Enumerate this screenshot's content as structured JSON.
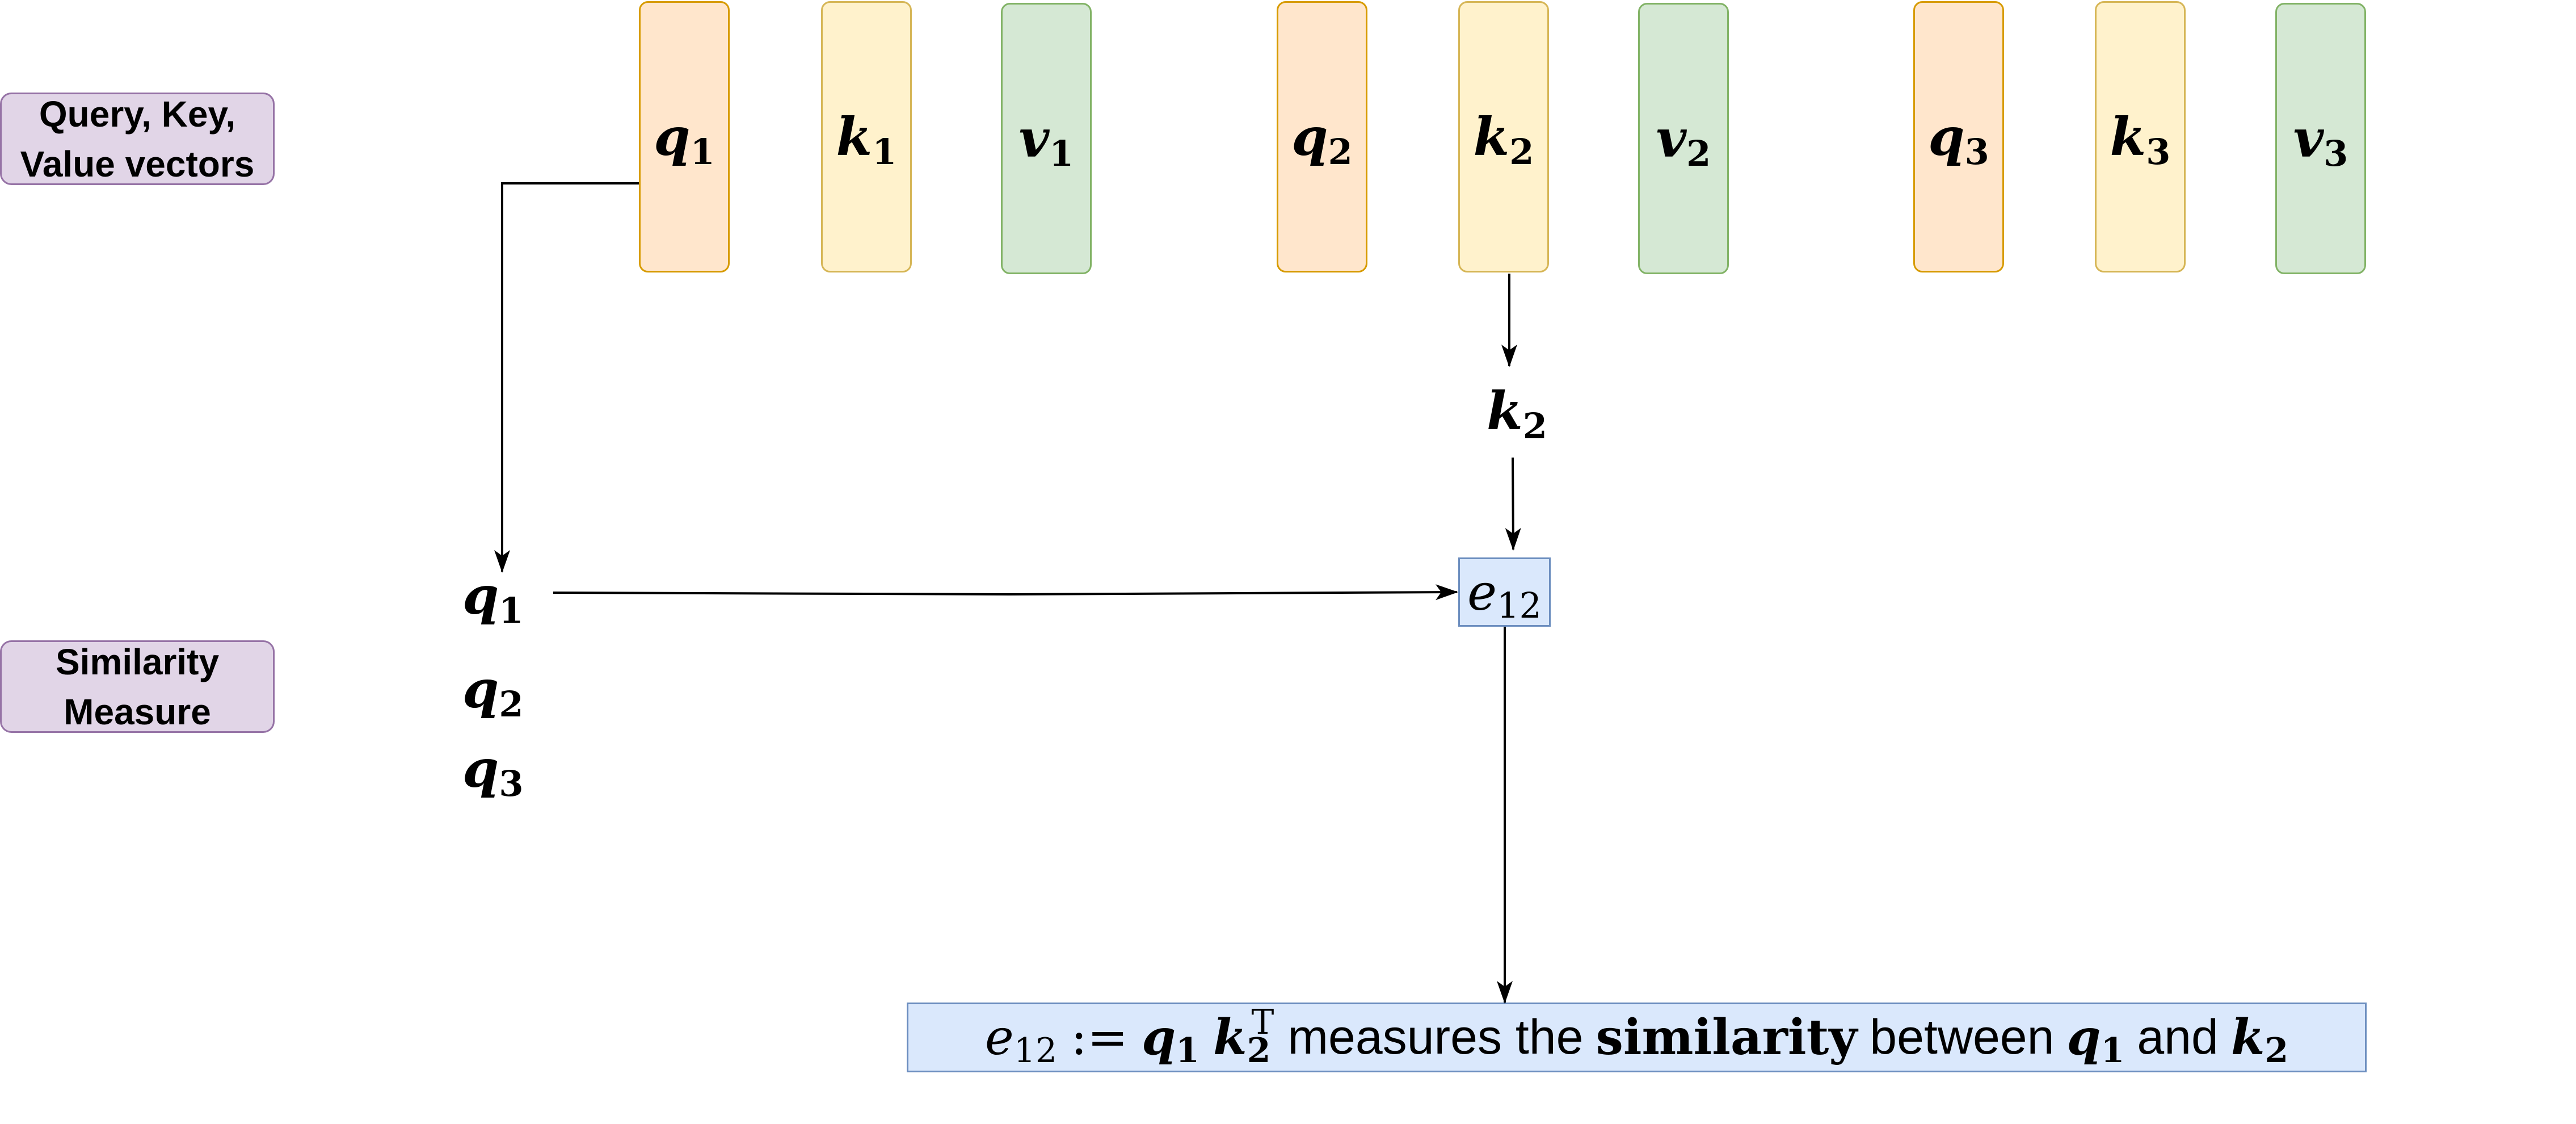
{
  "labels": {
    "qkv": [
      "Query, Key,",
      "Value vectors"
    ],
    "similarity": [
      "Similarity",
      "Measure"
    ]
  },
  "vectors": [
    {
      "letter": "q",
      "sub": "1"
    },
    {
      "letter": "k",
      "sub": "1"
    },
    {
      "letter": "v",
      "sub": "1"
    },
    {
      "letter": "q",
      "sub": "2"
    },
    {
      "letter": "k",
      "sub": "2"
    },
    {
      "letter": "v",
      "sub": "2"
    },
    {
      "letter": "q",
      "sub": "3"
    },
    {
      "letter": "k",
      "sub": "3"
    },
    {
      "letter": "v",
      "sub": "3"
    }
  ],
  "k2_node": {
    "letter": "k",
    "sub": "2"
  },
  "query_list": [
    {
      "letter": "q",
      "sub": "1"
    },
    {
      "letter": "q",
      "sub": "2"
    },
    {
      "letter": "q",
      "sub": "3"
    }
  ],
  "score_node": {
    "letter": "e",
    "sub": "12"
  },
  "formula": {
    "lhs_letter": "e",
    "lhs_sub": "12",
    "assign": ":=",
    "q_letter": "q",
    "q_sub": "1",
    "k_letter": "k",
    "k_sub": "2",
    "transpose": "T",
    "text_measures": "measures the",
    "text_similarity": "similarity",
    "text_between": "between",
    "q2_letter": "q",
    "q2_sub": "1",
    "text_and": "and",
    "k2_letter": "k",
    "k2_sub": "2"
  }
}
